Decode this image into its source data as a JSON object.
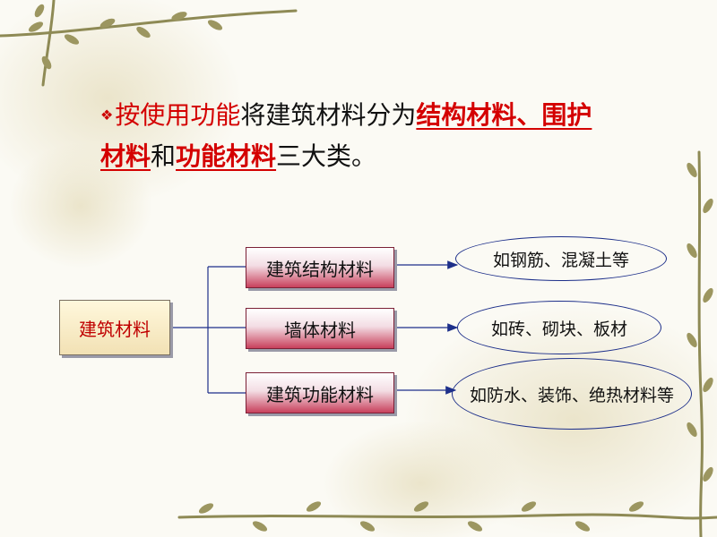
{
  "headline": {
    "bullet": "❖",
    "part1": "按使用功能",
    "part2": "将建筑材料分为",
    "structural": "结构材料、围护",
    "enclosure": "材料",
    "and": "和",
    "functional": "功能材料",
    "tail": "三大类。"
  },
  "diagram": {
    "root": "建筑材料",
    "categories": [
      {
        "label": "建筑结构材料",
        "example": "如钢筋、混凝土等"
      },
      {
        "label": "墙体材料",
        "example": "如砖、砌块、板材"
      },
      {
        "label": "建筑功能材料",
        "example": "如防水、装饰、绝热材料等"
      }
    ]
  },
  "colors": {
    "highlight": "#d40000",
    "ellipse_border": "#1d2f8a",
    "connector": "#1d2f8a"
  }
}
